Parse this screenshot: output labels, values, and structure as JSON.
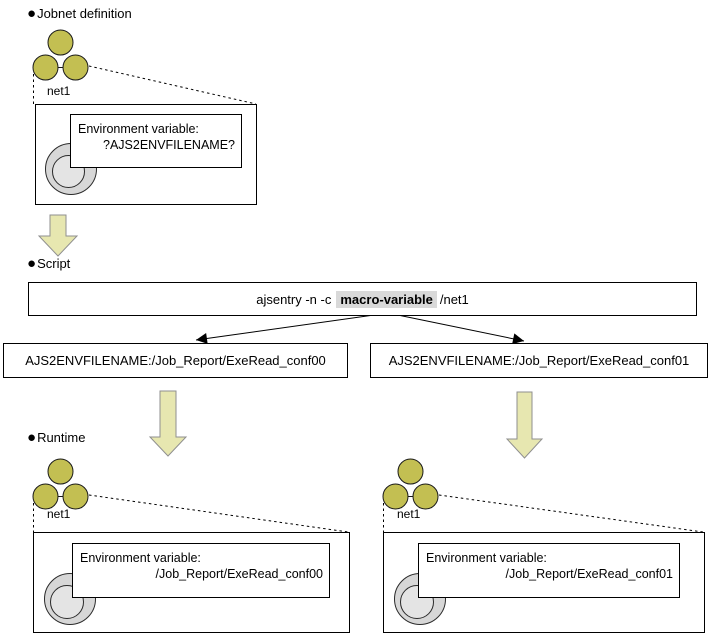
{
  "bullet": "●",
  "sections": {
    "jobnet": "Jobnet definition",
    "script": "Script",
    "runtime": "Runtime"
  },
  "jobnet_definition": {
    "net_label": "net1",
    "env": {
      "line1": "Environment variable:",
      "line2": "?AJS2ENVFILENAME?"
    }
  },
  "script": {
    "prefix": "ajsentry -n -c",
    "macro": "macro-variable",
    "suffix": "/net1"
  },
  "env_file_boxes": {
    "left": "AJS2ENVFILENAME:/Job_Report/ExeRead_conf00",
    "right": "AJS2ENVFILENAME:/Job_Report/ExeRead_conf01"
  },
  "runtime": {
    "left": {
      "net_label": "net1",
      "env": {
        "line1": "Environment variable:",
        "line2": "/Job_Report/ExeRead_conf00"
      }
    },
    "right": {
      "net_label": "net1",
      "env": {
        "line1": "Environment variable:",
        "line2": "/Job_Report/ExeRead_conf01"
      }
    }
  },
  "colors": {
    "jobnet_circle": "#c3bf52",
    "jobnet_circle_stroke": "#1a1a1a",
    "arrow_fill": "#e7e7b0",
    "arrow_stroke": "#8f8f8f",
    "macro_bg": "#d9d9d9",
    "job_icon_outer": "#d7d7d7",
    "job_icon_inner": "#e4e4e4",
    "line": "#000000"
  }
}
